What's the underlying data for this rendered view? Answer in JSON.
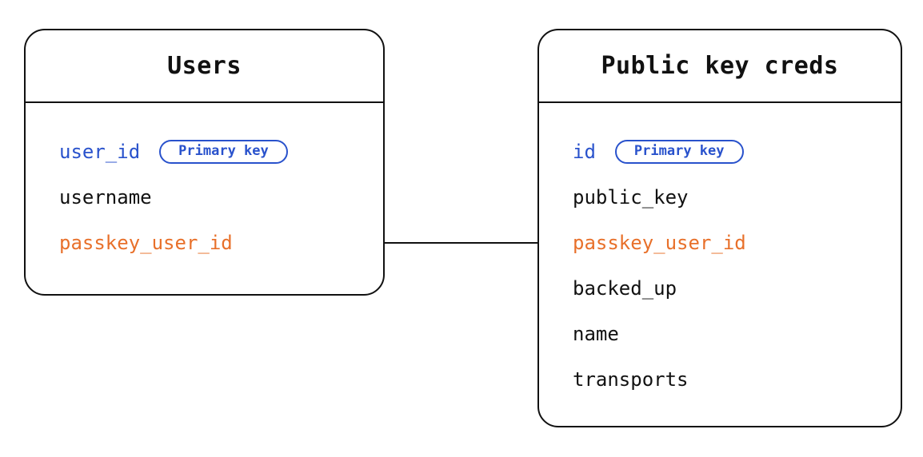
{
  "diagram": {
    "type": "entity-relationship",
    "colors": {
      "primary_key_blue": "#2952cc",
      "foreign_key_orange": "#e8702a",
      "text": "#111111",
      "border": "#111111",
      "background": "#ffffff"
    },
    "tables": [
      {
        "title": "Users",
        "fields": [
          {
            "name": "user_id",
            "role": "primary-key",
            "badge": "Primary key"
          },
          {
            "name": "username",
            "role": "plain"
          },
          {
            "name": "passkey_user_id",
            "role": "foreign-key"
          }
        ]
      },
      {
        "title": "Public key creds",
        "fields": [
          {
            "name": "id",
            "role": "primary-key",
            "badge": "Primary key"
          },
          {
            "name": "public_key",
            "role": "plain"
          },
          {
            "name": "passkey_user_id",
            "role": "foreign-key"
          },
          {
            "name": "backed_up",
            "role": "plain"
          },
          {
            "name": "name",
            "role": "plain"
          },
          {
            "name": "transports",
            "role": "plain"
          }
        ]
      }
    ],
    "relations": [
      {
        "from": "Users.passkey_user_id",
        "to": "Public key creds.passkey_user_id"
      }
    ]
  }
}
